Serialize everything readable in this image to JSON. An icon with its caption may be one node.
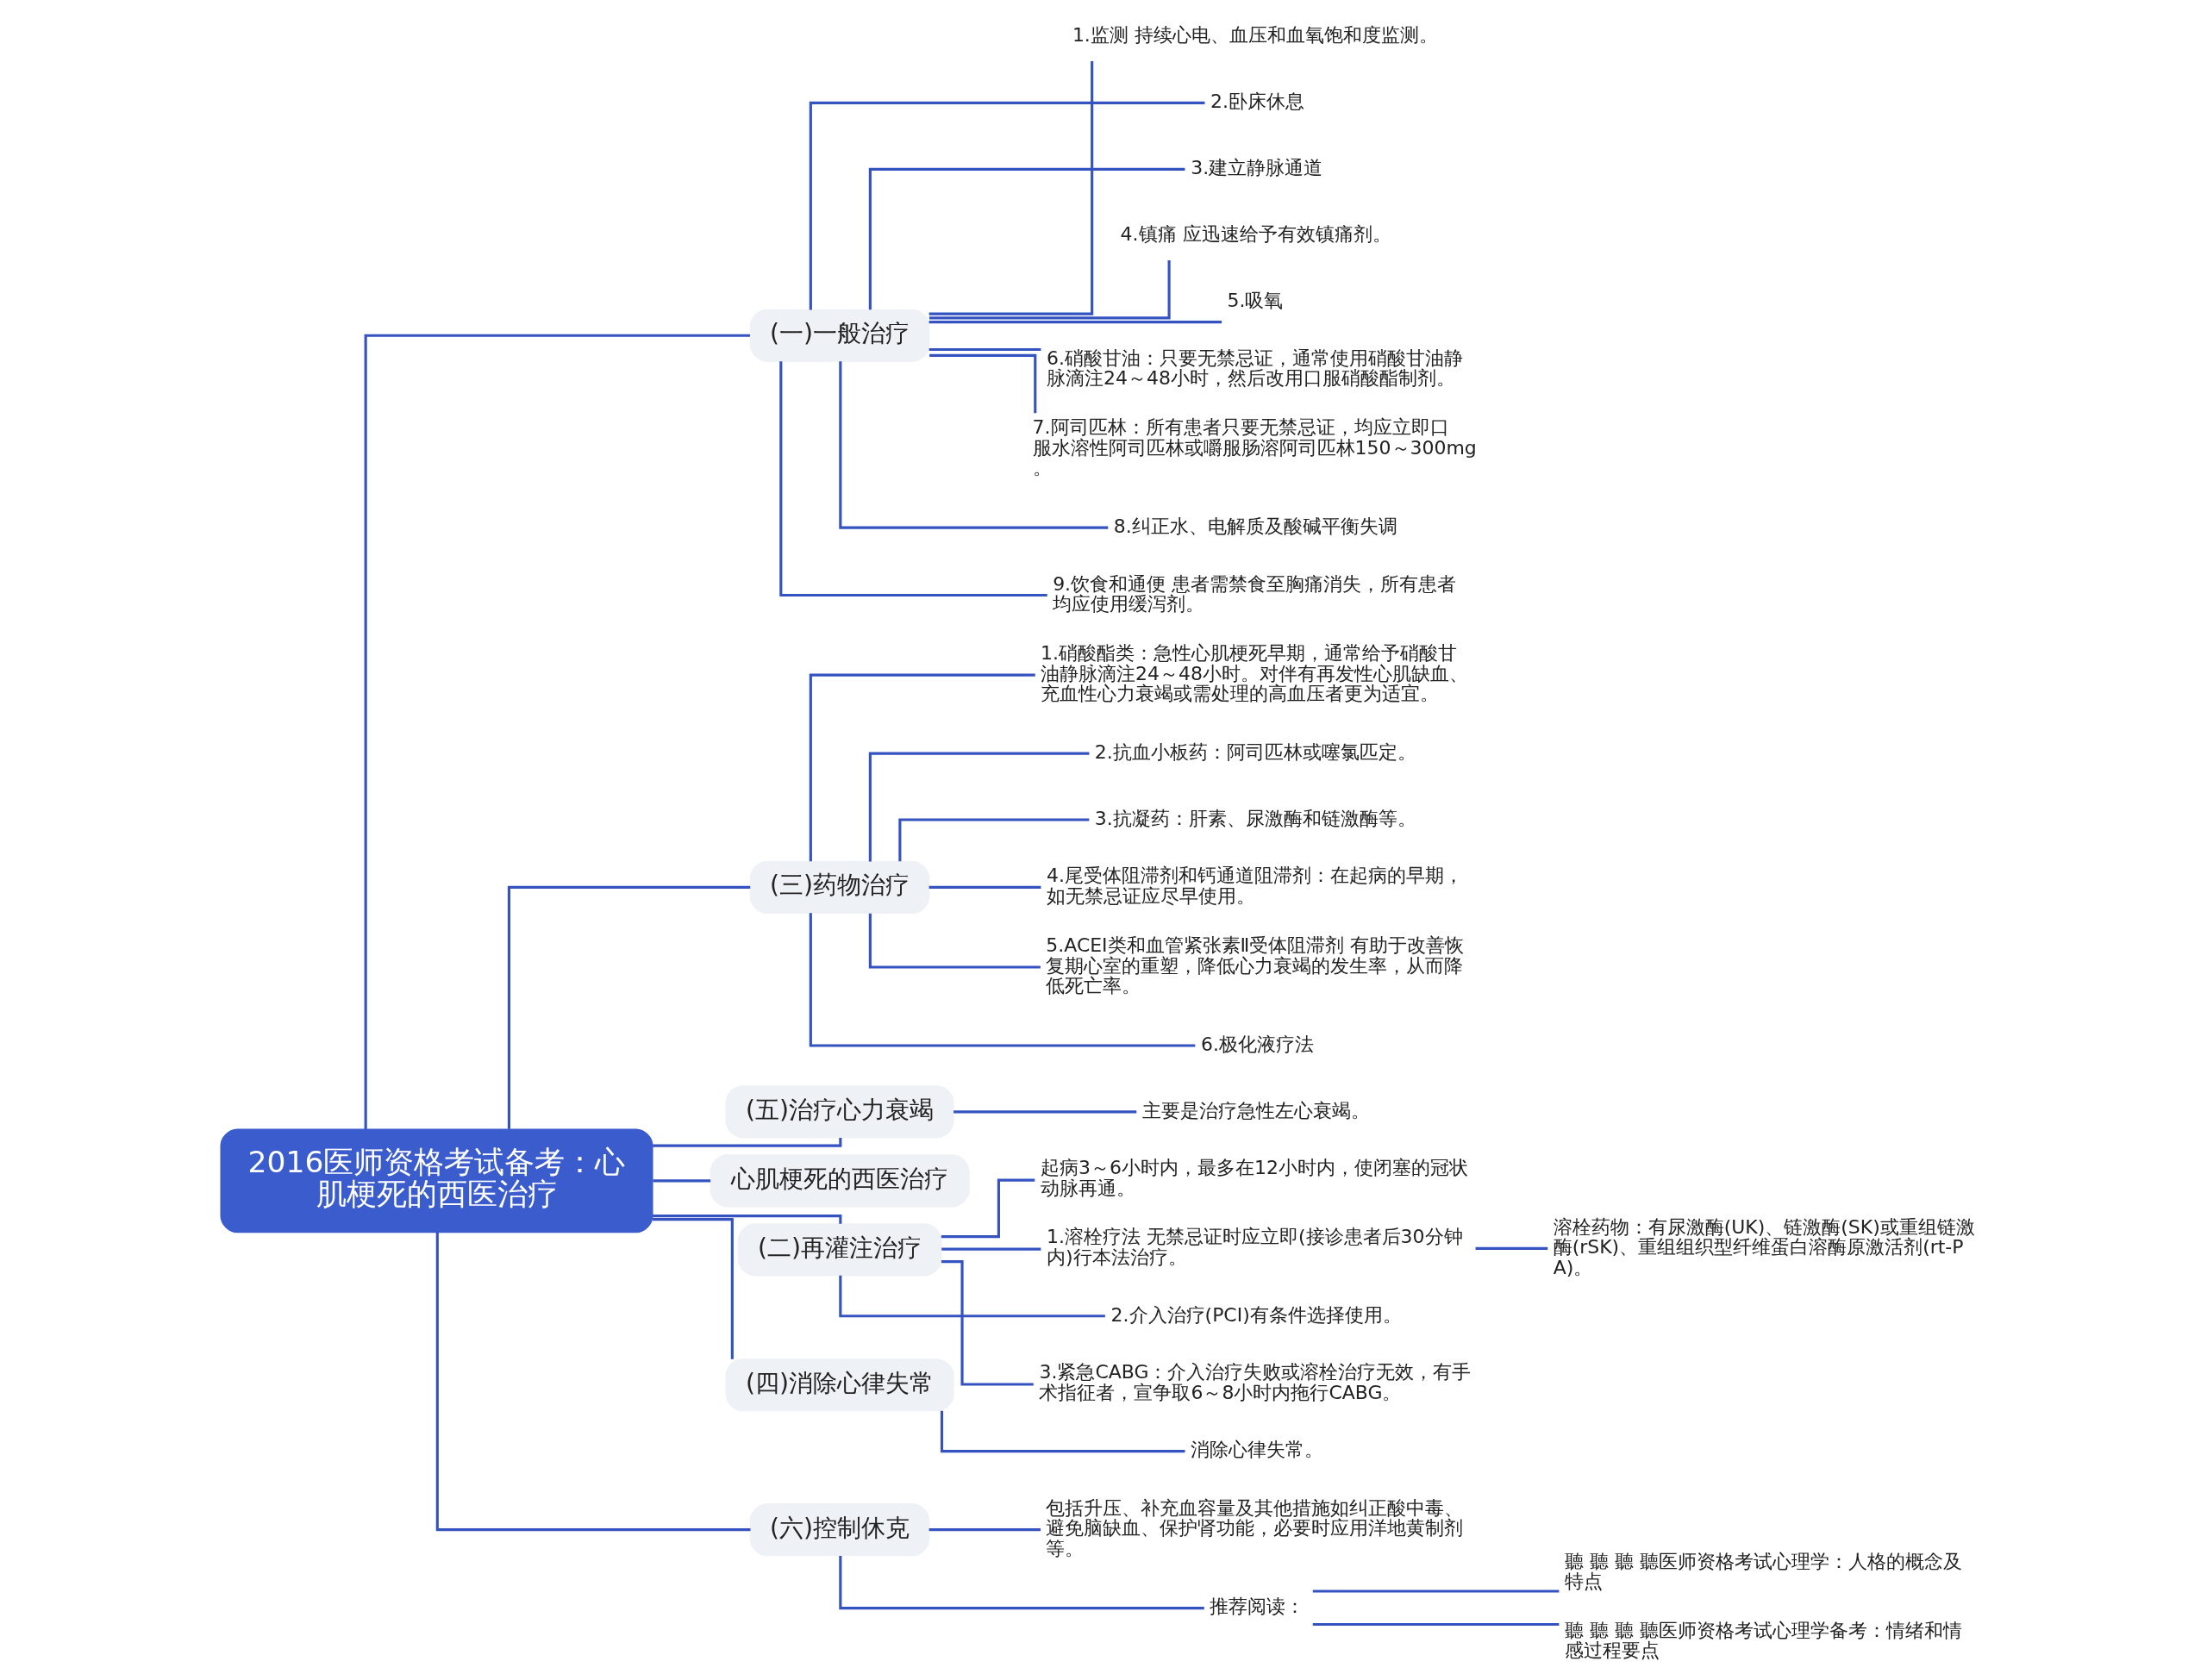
{
  "diagram": {
    "nodes": [
      {
        "text": [
          "2016医师资格考试备考：心肌梗死的西医治疗"
        ]
      },
      {
        "text": [
          "(一)一般治疗"
        ]
      },
      {
        "text": [
          "1.监测 持续心电、血压和血氧饱和度监测。"
        ]
      },
      {
        "text": [
          "2.卧床休息"
        ]
      },
      {
        "text": [
          "3.建立静脉通道"
        ]
      },
      {
        "text": [
          "4.镇痛 应迅速给予有效镇痛剂。"
        ]
      },
      {
        "text": [
          "5.吸氧"
        ]
      },
      {
        "text": [
          "6.硝酸甘油：只要无禁忌证，通常使用硝酸甘油静脉滴注24～48小时，然后改用口服硝酸酯制剂。"
        ]
      },
      {
        "text": [
          "7.阿司匹林：所有患者只要无禁忌证，均应立即口服水溶性阿司匹林或嚼服肠溶阿司匹林150～300mg。"
        ]
      },
      {
        "text": [
          "8.纠正水、电解质及酸碱平衡失调"
        ]
      },
      {
        "text": [
          "9.饮食和通便 患者需禁食至胸痛消失，所有患者均应使用缓泻剂。"
        ]
      },
      {
        "text": [
          "(三)药物治疗"
        ]
      },
      {
        "text": [
          "1.硝酸酯类：急性心肌梗死早期，通常给予硝酸甘油静脉滴注24～48小时。对伴有再发性心肌缺血、充血性心力衰竭或需处理的高血压者更为适宜。"
        ]
      },
      {
        "text": [
          "2.抗血小板药：阿司匹林或噻氯匹定。"
        ]
      },
      {
        "text": [
          "3.抗凝药：肝素、尿激酶和链激酶等。"
        ]
      },
      {
        "text": [
          "4.尾受体阻滞剂和钙通道阻滞剂：在起病的早期，如无禁忌证应尽早使用。"
        ]
      },
      {
        "text": [
          "5.ACEI类和血管紧张素Ⅱ受体阻滞剂 有助于改善恢复期心室的重塑，降低心力衰竭的发生率，从而降低死亡率。"
        ]
      },
      {
        "text": [
          "6.极化液疗法"
        ]
      },
      {
        "text": [
          "(五)治疗心力衰竭"
        ]
      },
      {
        "text": [
          "主要是治疗急性左心衰竭。"
        ]
      },
      {
        "text": [
          "心肌梗死的西医治疗"
        ]
      },
      {
        "text": [
          "(二)再灌注治疗"
        ]
      },
      {
        "text": [
          "起病3～6小时内，最多在12小时内，使闭塞的冠状动脉再通。"
        ]
      },
      {
        "text": [
          "1.溶栓疗法 无禁忌证时应立即(接诊患者后30分钟内)行本法治疗。"
        ]
      },
      {
        "text": [
          "溶栓药物：有尿激酶(UK)、链激酶(SK)或重组链激酶(rSK)、重组组织型纤维蛋白溶酶原激活剂(rt-PA)。"
        ]
      },
      {
        "text": [
          "2.介入治疗(PCI)有条件选择使用。"
        ]
      },
      {
        "text": [
          "3.紧急CABG：介入治疗失败或溶栓治疗无效，有手术指征者，宣争取6～8小时内拖行CABG。"
        ]
      },
      {
        "text": [
          "(四)消除心律失常"
        ]
      },
      {
        "text": [
          "消除心律失常。"
        ]
      },
      {
        "text": [
          "(六)控制休克"
        ]
      },
      {
        "text": [
          "包括升压、补充血容量及其他措施如纠正酸中毒、避免脑缺血、保护肾功能，必要时应用洋地黄制剂等。"
        ]
      },
      {
        "text": [
          "推荐阅读："
        ]
      },
      {
        "text": [
          "聽 聽 聽 聽医师资格考试心理学：人格的概念及特点"
        ]
      },
      {
        "text": [
          "聽 聽 聽 聽医师资格考试心理学备考：情绪和情感过程要点"
        ]
      }
    ],
    "edges": [
      {
        "from": 0,
        "to": 1,
        "arrow": "none"
      },
      {
        "from": 1,
        "to": 2,
        "arrow": "none"
      },
      {
        "from": 1,
        "to": 3,
        "arrow": "none"
      },
      {
        "from": 1,
        "to": 4,
        "arrow": "none"
      },
      {
        "from": 1,
        "to": 5,
        "arrow": "none"
      },
      {
        "from": 1,
        "to": 6,
        "arrow": "none"
      },
      {
        "from": 1,
        "to": 7,
        "arrow": "none"
      },
      {
        "from": 1,
        "to": 8,
        "arrow": "none"
      },
      {
        "from": 1,
        "to": 9,
        "arrow": "none"
      },
      {
        "from": 1,
        "to": 10,
        "arrow": "none"
      },
      {
        "from": 0,
        "to": 11,
        "arrow": "none"
      },
      {
        "from": 11,
        "to": 12,
        "arrow": "none"
      },
      {
        "from": 11,
        "to": 13,
        "arrow": "none"
      },
      {
        "from": 11,
        "to": 14,
        "arrow": "none"
      },
      {
        "from": 11,
        "to": 15,
        "arrow": "none"
      },
      {
        "from": 11,
        "to": 16,
        "arrow": "none"
      },
      {
        "from": 11,
        "to": 17,
        "arrow": "none"
      },
      {
        "from": 0,
        "to": 18,
        "arrow": "none"
      },
      {
        "from": 18,
        "to": 19,
        "arrow": "none"
      },
      {
        "from": 0,
        "to": 20,
        "arrow": "none"
      },
      {
        "from": 0,
        "to": 21,
        "arrow": "none"
      },
      {
        "from": 21,
        "to": 22,
        "arrow": "none"
      },
      {
        "from": 21,
        "to": 23,
        "arrow": "none"
      },
      {
        "from": 23,
        "to": 24,
        "arrow": "none"
      },
      {
        "from": 21,
        "to": 25,
        "arrow": "none"
      },
      {
        "from": 21,
        "to": 26,
        "arrow": "none"
      },
      {
        "from": 0,
        "to": 27,
        "arrow": "none"
      },
      {
        "from": 27,
        "to": 28,
        "arrow": "none"
      },
      {
        "from": 0,
        "to": 29,
        "arrow": "none"
      },
      {
        "from": 29,
        "to": 30,
        "arrow": "none"
      },
      {
        "from": 29,
        "to": 31,
        "arrow": "none"
      },
      {
        "from": 31,
        "to": 32,
        "arrow": "none"
      },
      {
        "from": 31,
        "to": 33,
        "arrow": "none"
      }
    ]
  }
}
